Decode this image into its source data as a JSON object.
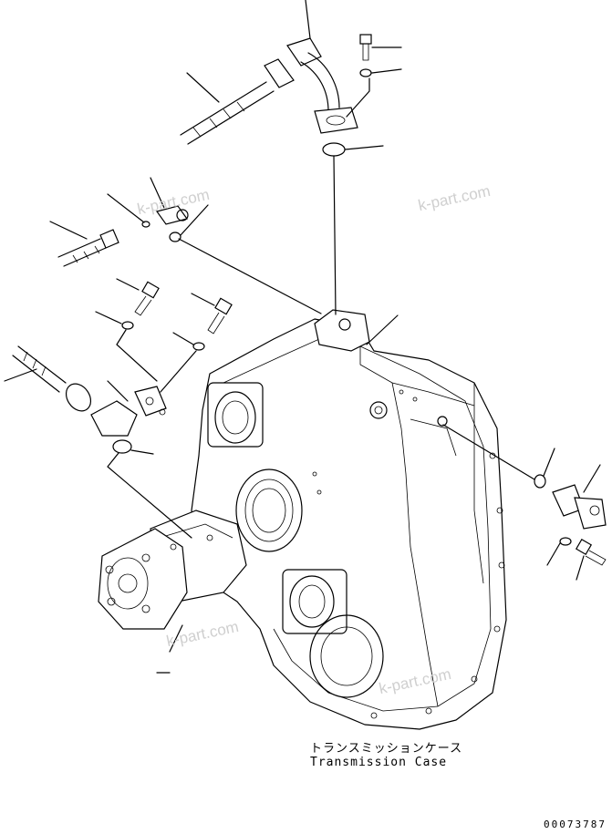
{
  "caption": {
    "japanese": "トランスミッションケース",
    "english": "Transmission Case"
  },
  "watermarks": [
    "k-part.com",
    "k-part.com",
    "k-part.com",
    "k-part.com"
  ],
  "drawing_code": "00073787",
  "colors": {
    "line": "#000000",
    "background": "#ffffff",
    "watermark": "#cfcfcf"
  }
}
